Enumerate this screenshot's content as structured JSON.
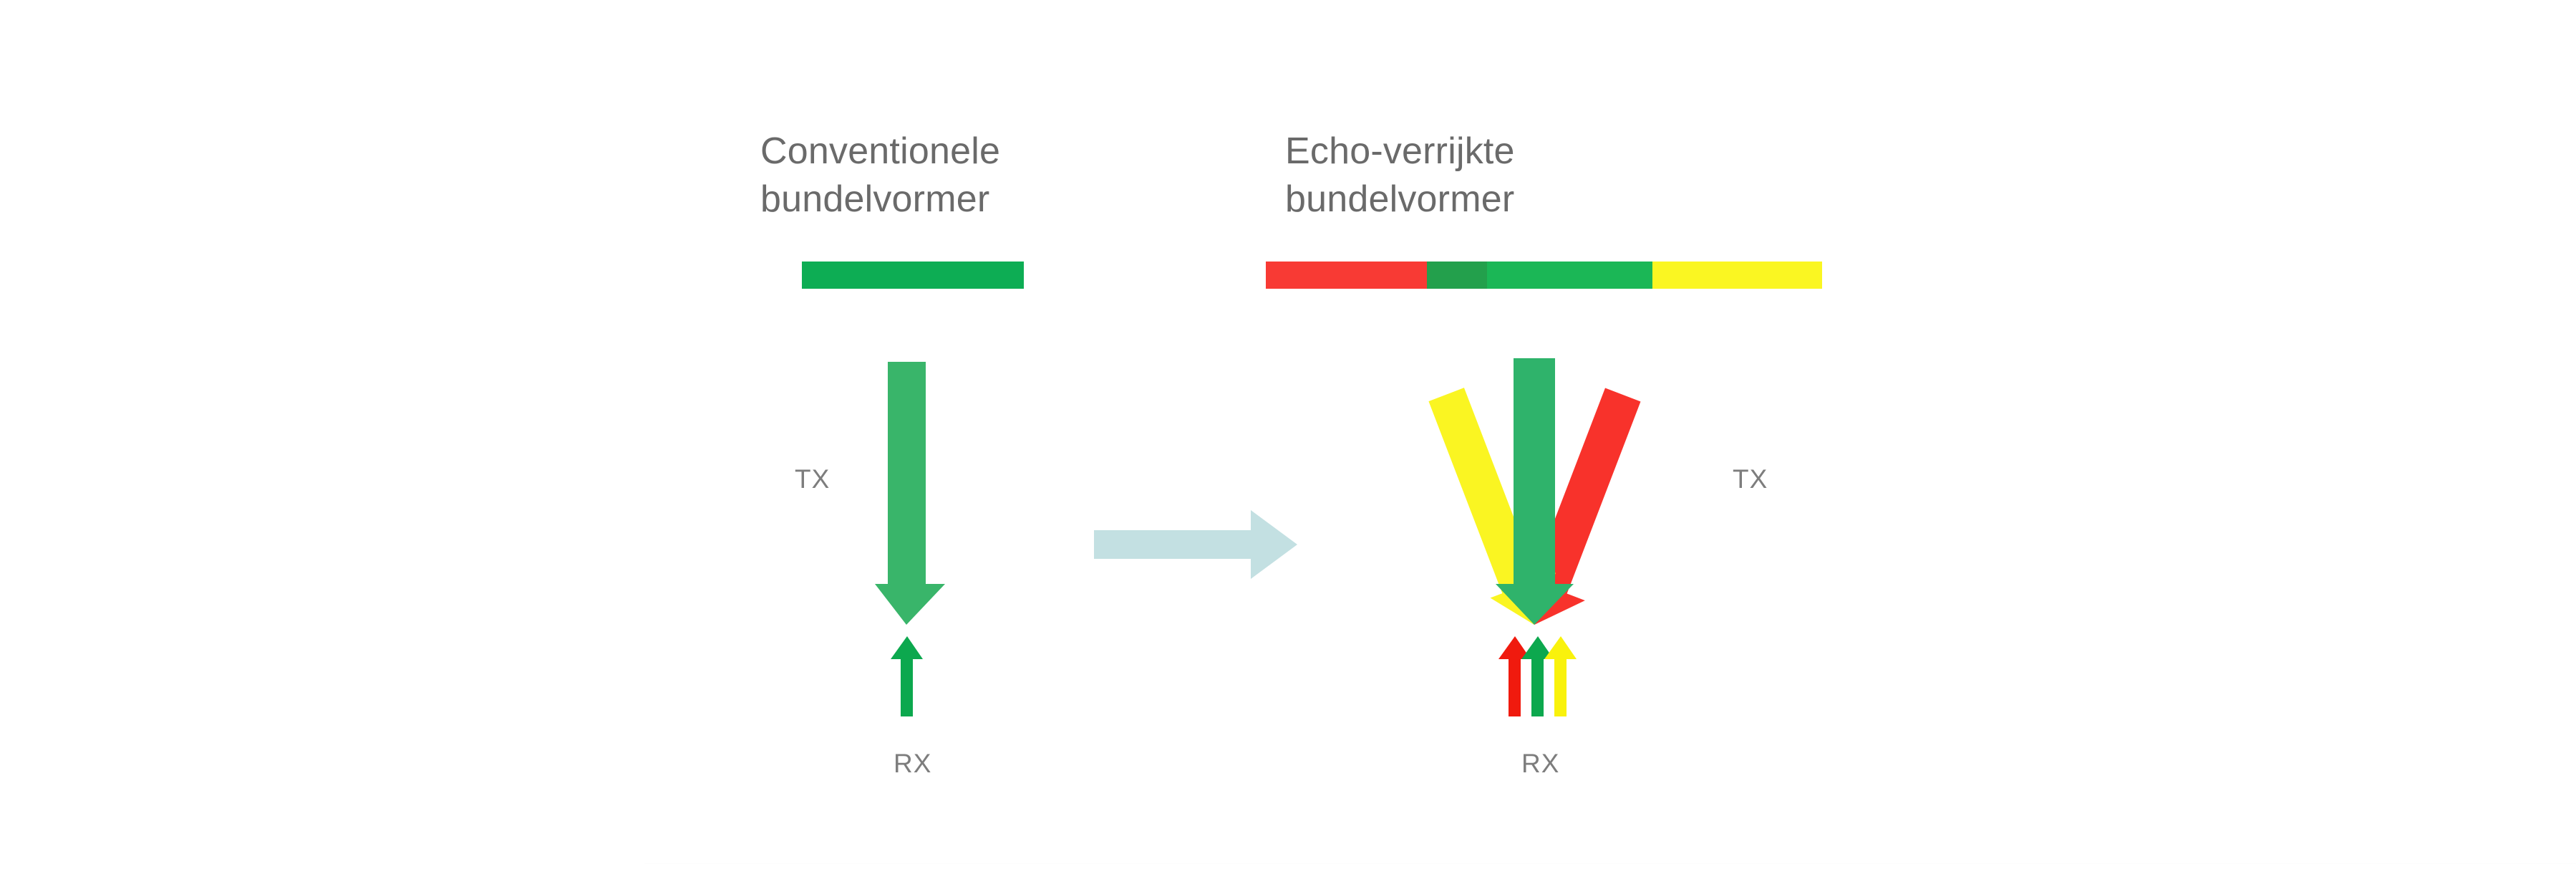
{
  "figure": {
    "background_color": "#ffffff",
    "panels": [
      {
        "id": "conventional",
        "title": "Conventionele\nbundelvormer",
        "bar_segments": [
          {
            "name": "green",
            "color": "#0DAD54",
            "width_pct": 100
          }
        ],
        "tx_label": "TX",
        "rx_label": "RX",
        "tx_arrows": [
          {
            "name": "tx-green-arrow",
            "color": "#39B56A",
            "angle_deg": 0
          }
        ],
        "rx_arrows": [
          {
            "name": "rx-green-arrow",
            "color": "#0CA84E"
          }
        ]
      },
      {
        "id": "echo-enriched",
        "title": "Echo-verrijkte\nbundelvormer",
        "bar_segments": [
          {
            "name": "red",
            "color": "#F83A34",
            "width_pct": 29.0
          },
          {
            "name": "dark-green",
            "color": "#23A04C",
            "width_pct": 10.8
          },
          {
            "name": "mid-green",
            "color": "#1BB756",
            "width_pct": 29.7
          },
          {
            "name": "yellow",
            "color": "#FAF622",
            "width_pct": 30.5
          }
        ],
        "tx_label": "TX",
        "rx_label": "RX",
        "tx_arrows": [
          {
            "name": "tx-red-arrow",
            "color": "#F8322B",
            "angle_deg": 22
          },
          {
            "name": "tx-green-arrow",
            "color": "#2FB36B",
            "angle_deg": 0
          },
          {
            "name": "tx-yellow-arrow",
            "color": "#FAF522",
            "angle_deg": -22
          }
        ],
        "rx_arrows": [
          {
            "name": "rx-red-arrow",
            "color": "#F01A0E"
          },
          {
            "name": "rx-green-arrow",
            "color": "#0CA84E"
          },
          {
            "name": "rx-yellow-arrow",
            "color": "#F9F20C"
          }
        ]
      }
    ],
    "transition_arrow": {
      "name": "transition-arrow",
      "color": "#C3E0E2",
      "direction": "right"
    },
    "colors": {
      "title_text": "#6a6a6a",
      "label_text": "#7d7d7d",
      "red": "#F8322B",
      "yellow": "#FAF522",
      "green_mid": "#2FB36B",
      "green_dark": "#23A04C",
      "green_bar": "#0DAD54",
      "transition": "#C3E0E2"
    }
  }
}
